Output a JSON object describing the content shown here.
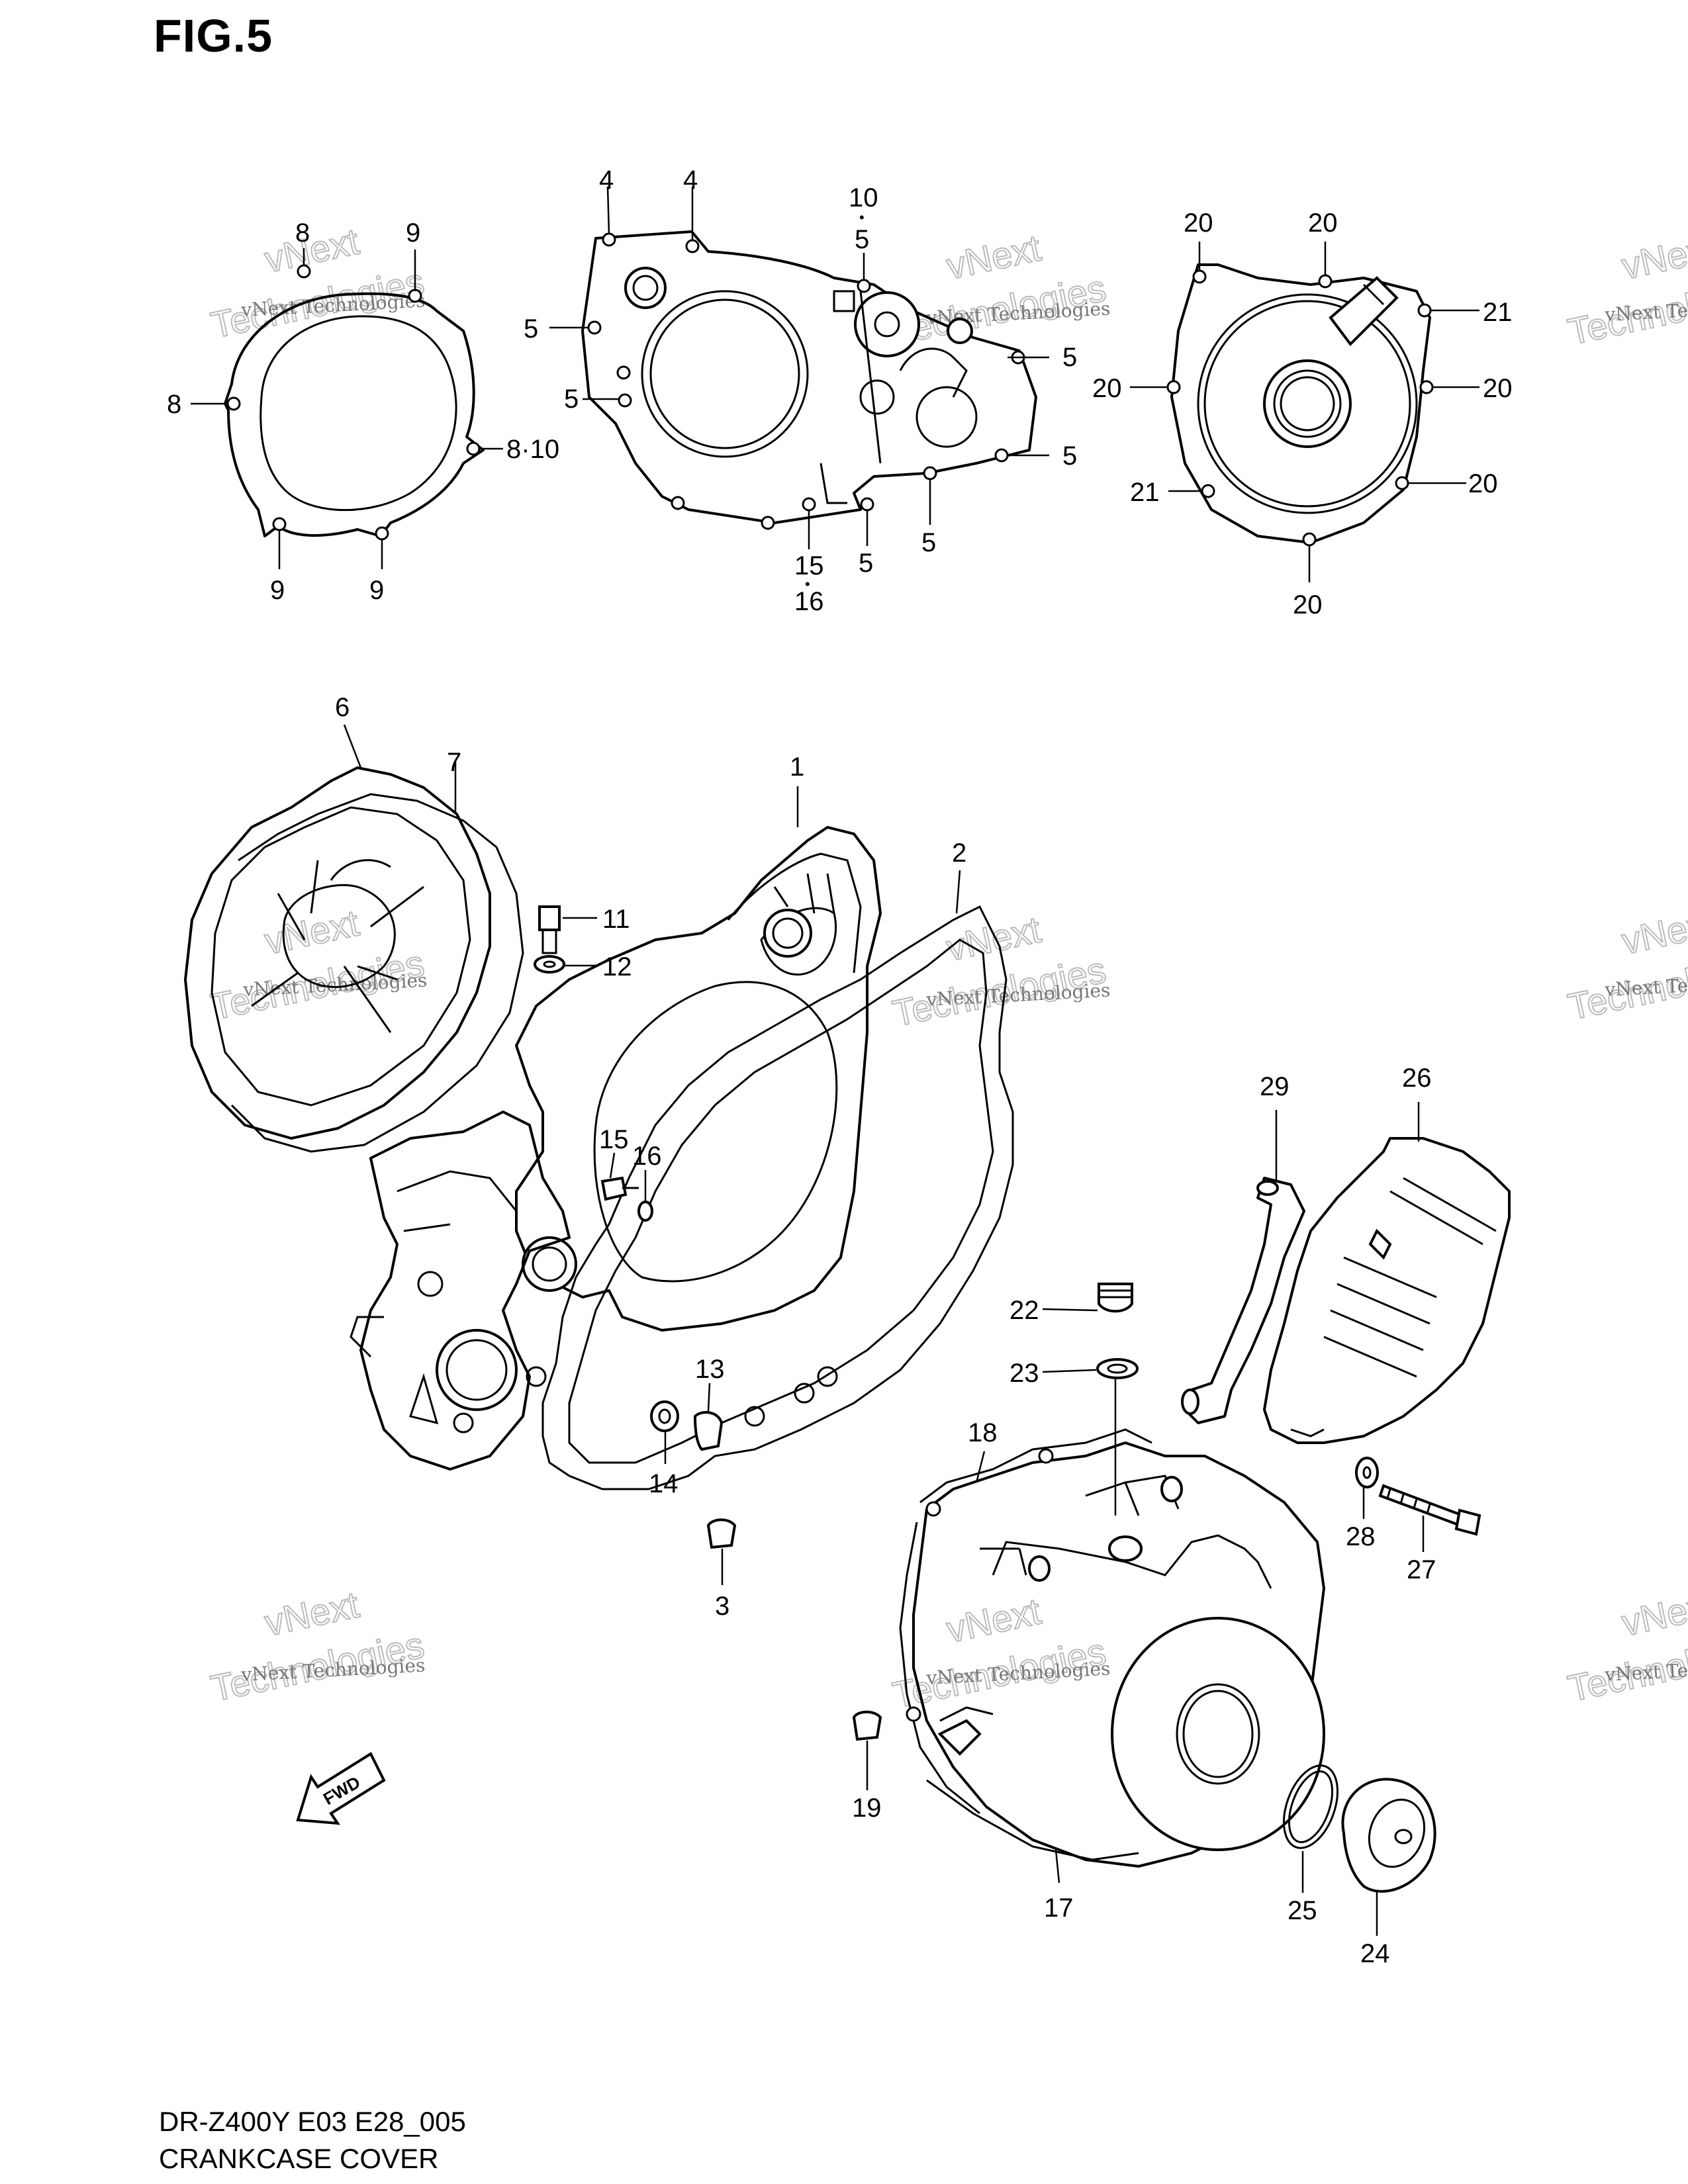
{
  "figure": {
    "title": "FIG.5",
    "model_code": "DR-Z400Y E03 E28_005",
    "caption": "CRANKCASE COVER"
  },
  "watermark": {
    "line1": "vNext Technologies",
    "line2": "vNext",
    "line3": "Technologies"
  },
  "fwd_arrow": {
    "text": "FWD"
  },
  "callouts": {
    "gasket_top_8a": "8",
    "gasket_top_9a": "9",
    "gasket_left_8": "8",
    "gasket_right_810": "8·10",
    "gasket_bot_9a": "9",
    "gasket_bot_9b": "9",
    "clutch_4a": "4",
    "clutch_4b": "4",
    "clutch_10": "10",
    "clutch_dot_a": "•",
    "clutch_5top": "5",
    "clutch_5la": "5",
    "clutch_5lb": "5",
    "clutch_5ra": "5",
    "clutch_5rb": "5",
    "clutch_5b1": "5",
    "clutch_5b2": "5",
    "clutch_15": "15",
    "clutch_dot_b": "•",
    "clutch_16": "16",
    "mag_20a": "20",
    "mag_20b": "20",
    "mag_21a": "21",
    "mag_20c": "20",
    "mag_20d": "20",
    "mag_21b": "21",
    "mag_20e": "20",
    "mag_20f": "20",
    "p1": "1",
    "p2": "2",
    "p3": "3",
    "p6": "6",
    "p7": "7",
    "p11": "11",
    "p12": "12",
    "p13": "13",
    "p14": "14",
    "p15": "15",
    "p16": "16",
    "p17": "17",
    "p18": "18",
    "p19": "19",
    "p22": "22",
    "p23": "23",
    "p24": "24",
    "p25": "25",
    "p26": "26",
    "p27": "27",
    "p28": "28",
    "p29": "29"
  }
}
